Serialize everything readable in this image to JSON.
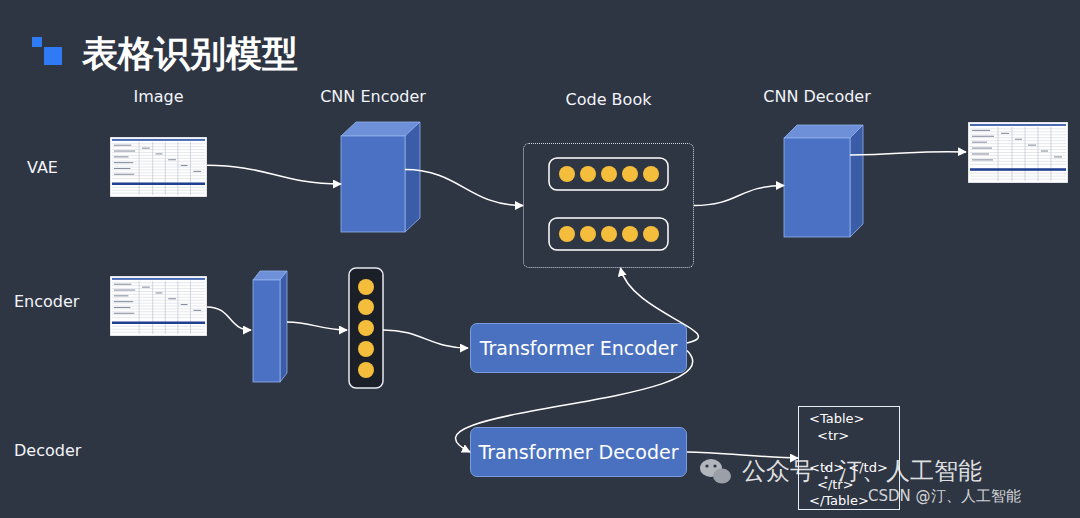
{
  "diagram": {
    "title": "表格识别模型",
    "nodes": [
      {
        "text": [
          "Image"
        ]
      },
      {
        "text": [
          "CNN Encoder"
        ]
      },
      {
        "text": [
          "Code Book"
        ]
      },
      {
        "text": [
          "CNN Decoder"
        ]
      },
      {
        "text": [
          "Transformer Encoder"
        ]
      },
      {
        "text": [
          "Transformer Decoder"
        ]
      },
      {
        "text": [
          "<Table>",
          "<tr>",
          "<td> </td>",
          "</tr>",
          "</Table>"
        ]
      }
    ],
    "edges": [
      {
        "from": 0,
        "to": 1,
        "arrow": "to"
      },
      {
        "from": 1,
        "to": 2,
        "arrow": "to"
      },
      {
        "from": 2,
        "to": 3,
        "arrow": "to"
      },
      {
        "from": 4,
        "to": 2,
        "arrow": "to"
      },
      {
        "from": 4,
        "to": 5,
        "arrow": "to"
      },
      {
        "from": 5,
        "to": 6,
        "arrow": "to"
      }
    ],
    "labels": [
      "VAE",
      "Encoder",
      "Decoder",
      "公众号：汀、人工智能",
      "CSDN @汀、人工智能"
    ]
  }
}
